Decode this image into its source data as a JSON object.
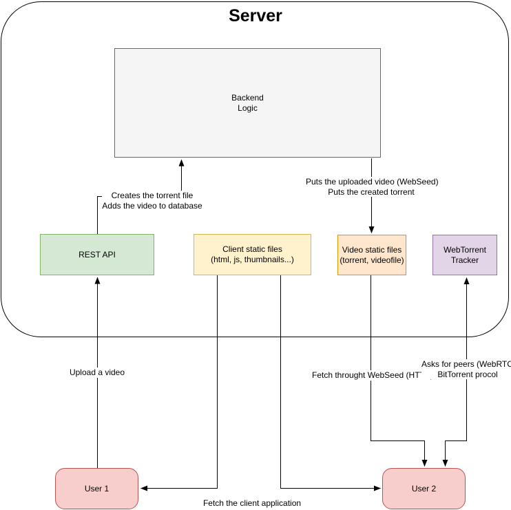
{
  "title": "Server",
  "nodes": [
    {
      "id": "backend-logic",
      "lines": [
        "Backend",
        "Logic"
      ],
      "fill": "#f5f5f5",
      "border": "#666666"
    },
    {
      "id": "rest-api",
      "lines": [
        "REST API"
      ],
      "fill": "#d5e8d4",
      "border": "#82b366"
    },
    {
      "id": "client-static-files",
      "lines": [
        "Client static files",
        "(html, js, thumbnails...)"
      ],
      "fill": "#fff2cc",
      "border": "#d6b656"
    },
    {
      "id": "video-static-files",
      "lines": [
        "Video static files",
        "(torrent, videofile)"
      ],
      "fill": "#ffe6cc",
      "border": "#d79b00"
    },
    {
      "id": "webtorrent-tracker",
      "lines": [
        "WebTorrent",
        "Tracker"
      ],
      "fill": "#e1d5e7",
      "border": "#9673a6"
    },
    {
      "id": "user-1",
      "lines": [
        "User 1"
      ],
      "fill": "#f8cecc",
      "border": "#b85450"
    },
    {
      "id": "user-2",
      "lines": [
        "User 2"
      ],
      "fill": "#f8cecc",
      "border": "#b85450"
    }
  ],
  "edges": [
    {
      "id": "rest-api-to-backend",
      "from": "rest-api",
      "to": "backend-logic",
      "lines": [
        "Creates the torrent file",
        "Adds the video to database"
      ]
    },
    {
      "id": "backend-to-video-files",
      "from": "backend-logic",
      "to": "video-static-files",
      "lines": [
        "Puts the uploaded video (WebSeed)",
        "Puts the created torrent"
      ]
    },
    {
      "id": "user1-to-rest-api",
      "from": "user-1",
      "to": "rest-api",
      "lines": [
        "Upload a video"
      ]
    },
    {
      "id": "client-files-to-user1",
      "from": "client-static-files",
      "to": "user-1",
      "lines": []
    },
    {
      "id": "client-files-to-user2",
      "from": "client-static-files",
      "to": "user-2",
      "lines": [
        "Fetch the client application"
      ]
    },
    {
      "id": "video-files-to-user2",
      "from": "video-static-files",
      "to": "user-2",
      "lines": [
        "Fetch throught WebSeed (HTTP)"
      ]
    },
    {
      "id": "tracker-user2-bidir",
      "from": "webtorrent-tracker",
      "to": "user-2",
      "lines": [
        "Asks for peers (WebRTC)",
        "BitTorrent procol"
      ]
    }
  ],
  "colors": {
    "line": "#000000",
    "text": "#000000",
    "canvas_background": "#ffffff"
  }
}
